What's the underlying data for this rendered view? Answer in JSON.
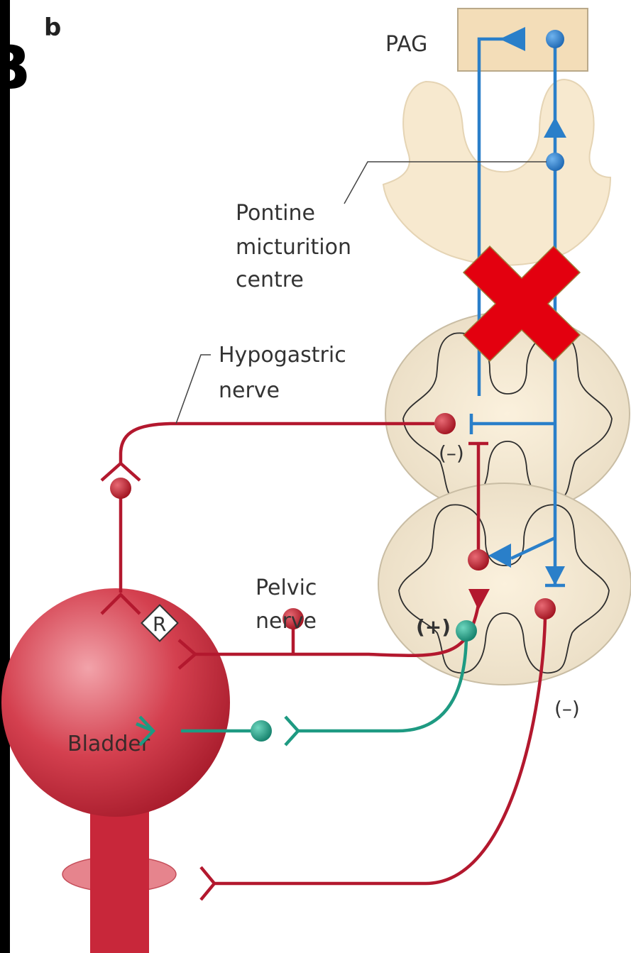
{
  "panel_letter": "b",
  "side_fragment": "B",
  "labels": {
    "pag": "PAG",
    "pmc_line1": "Pontine",
    "pmc_line2": "micturition",
    "pmc_line3": "centre",
    "hypo_line1": "Hypogastric",
    "hypo_line2": "nerve",
    "pelvic_line1": "Pelvic",
    "pelvic_line2": "nerve",
    "bladder": "Bladder",
    "receptor": "R"
  },
  "signs": {
    "upper_inhibitory": "(–)",
    "lower_excitatory": "(+)",
    "lower_inhibitory": "(–)"
  },
  "colors": {
    "tissue": "#f6e6c8",
    "pag_box": "#f3ddb8",
    "blue_pathway": "#2a7fc9",
    "red_pathway": "#b3182e",
    "green_pathway": "#1e9a82",
    "bladder": "#c8273a",
    "lesion_cross": "#e3000f"
  },
  "icons": {
    "lesion": "red-x-lesion-icon"
  }
}
